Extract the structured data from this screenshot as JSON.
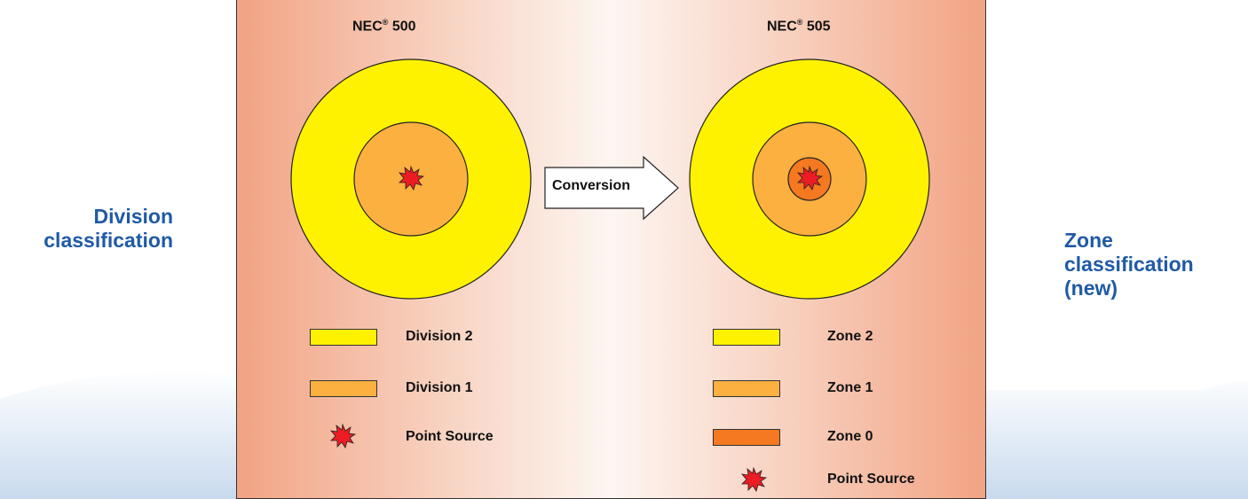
{
  "colors": {
    "division2": "#fff200",
    "division1": "#fbb040",
    "zone2": "#fff200",
    "zone1": "#fbb040",
    "zone0": "#f47920",
    "point_source": "#ed1c24",
    "side_text": "#1f5aa6"
  },
  "left_label": {
    "line1": "Division",
    "line2": "classification"
  },
  "right_label": {
    "line1": "Zone",
    "line2": "classification",
    "line3": "(new)"
  },
  "nec500": {
    "prefix": "NEC",
    "reg": "®",
    "number": " 500"
  },
  "nec505": {
    "prefix": "NEC",
    "reg": "®",
    "number": " 505"
  },
  "arrow_label": "Conversion",
  "legend_left": [
    {
      "label": "Division 2",
      "swatch": "division2"
    },
    {
      "label": "Division 1",
      "swatch": "division1"
    },
    {
      "label": "Point Source",
      "swatch": "point_source"
    }
  ],
  "legend_right": [
    {
      "label": "Zone 2",
      "swatch": "zone2"
    },
    {
      "label": "Zone 1",
      "swatch": "zone1"
    },
    {
      "label": "Zone 0",
      "swatch": "zone0"
    },
    {
      "label": "Point Source",
      "swatch": "point_source"
    }
  ]
}
